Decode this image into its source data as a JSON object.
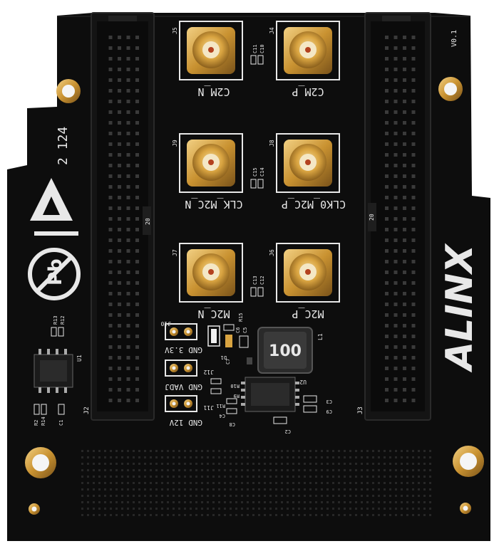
{
  "board": {
    "version": "V0.1",
    "brand": "ALINX",
    "batch": "2 124",
    "inductor": "100",
    "colors": {
      "pcb": "#0d0d0d",
      "silkscreen": "#e8e8e8",
      "gold": "#d9a441",
      "header": "#141414"
    }
  },
  "sma_connectors": [
    {
      "ref": "J5",
      "label": "C2M_N"
    },
    {
      "ref": "J4",
      "label": "C2M_P"
    },
    {
      "ref": "J9",
      "label": "CLK_M2C_N"
    },
    {
      "ref": "J8",
      "label": "CLK0_M2C_P"
    },
    {
      "ref": "J7",
      "label": "M2C_N"
    },
    {
      "ref": "J6",
      "label": "M2C_P"
    }
  ],
  "capacitor_pairs": [
    {
      "a": "C11",
      "b": "C10"
    },
    {
      "a": "C15",
      "b": "C14"
    },
    {
      "a": "C13",
      "b": "C12"
    }
  ],
  "headers": [
    {
      "ref": "J2",
      "pin_label": "20"
    },
    {
      "ref": "J3",
      "pin_label": "20"
    }
  ],
  "jumpers": [
    {
      "ref": "J10",
      "label": "GND 3.3V"
    },
    {
      "ref": "J12",
      "label": "GND VADJ"
    },
    {
      "ref": "J11",
      "label": "GND 12V"
    }
  ],
  "components": {
    "u1": "U1",
    "u2": "U2",
    "l1": "L1",
    "d1": "D1",
    "r13": "R13",
    "r12": "R12",
    "r15": "R15",
    "c6": "C6",
    "c5": "C5",
    "c7": "C7",
    "r10": "R10",
    "r9": "R9",
    "r11": "R11",
    "c4": "C4",
    "c3": "C3",
    "c9": "C9",
    "c8": "C8",
    "c2": "C2",
    "c1": "C1",
    "r2": "R2",
    "r14": "R14"
  },
  "icons": [
    "esd-warning-icon",
    "lead-free-icon"
  ]
}
